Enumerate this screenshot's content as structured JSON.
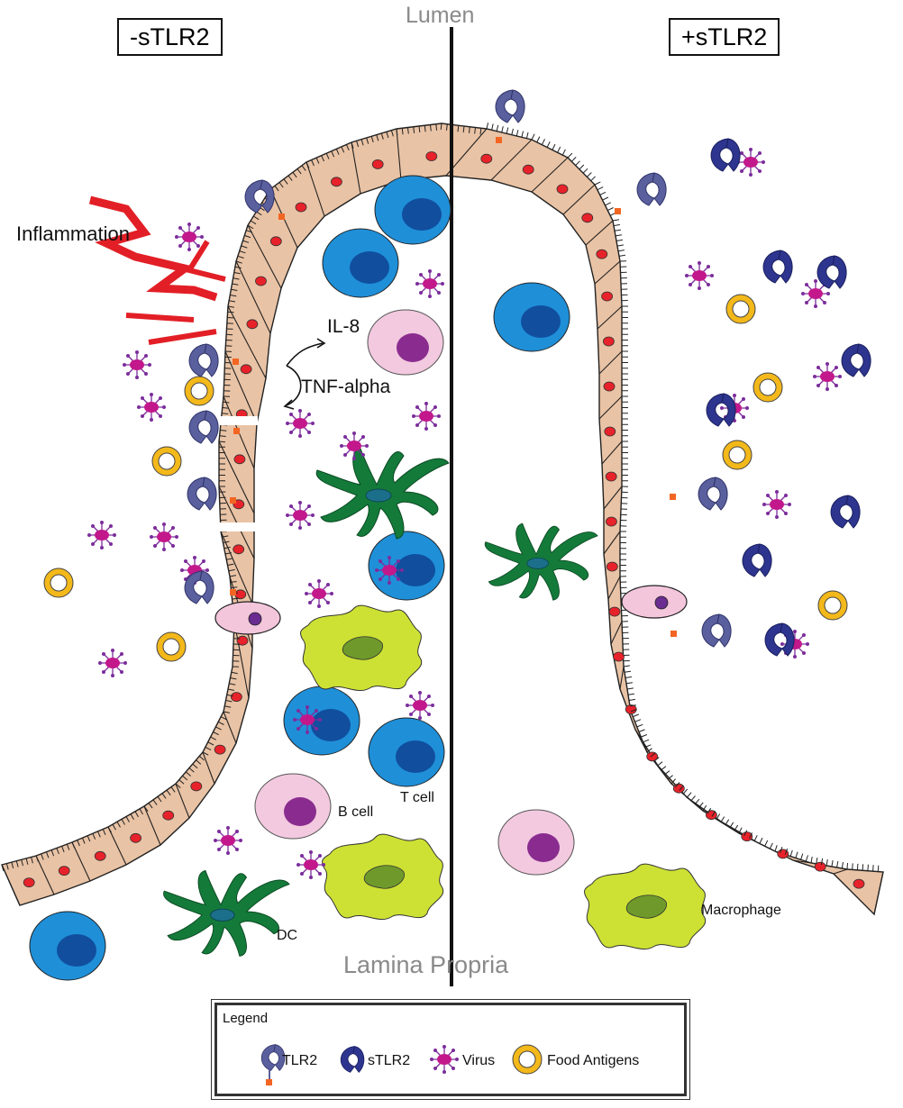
{
  "titles": {
    "left": "-sTLR2",
    "right": "+sTLR2"
  },
  "regions": {
    "top": "Lumen",
    "bottom": "Lamina Propria"
  },
  "annotations": {
    "inflammation": "Inflammation",
    "il8": "IL-8",
    "tnf": "TNF-alpha",
    "b_cell": "B cell",
    "t_cell": "T cell",
    "dc": "DC",
    "macrophage": "Macrophage"
  },
  "legend": {
    "title": "Legend",
    "items": [
      {
        "icon": "tlr2-receptor-icon",
        "label": "TLR2"
      },
      {
        "icon": "stlr2-icon",
        "label": "sTLR2"
      },
      {
        "icon": "virus-icon",
        "label": "Virus"
      },
      {
        "icon": "food-antigen-icon",
        "label": "Food Antigens"
      }
    ]
  },
  "colors": {
    "epithelium": "#e9c3a5",
    "nucleus": "#e8222a",
    "goblet": "#f3c6dc",
    "t_cell": "#1f8fd8",
    "t_cell_nucleus": "#114e9e",
    "b_cell": "#f2c9df",
    "b_cell_nucleus": "#8a2c8f",
    "dc": "#147a3a",
    "macrophage": "#cde134",
    "macrophage_nucleus": "#6f9a2b",
    "tlr2": "#5a5f9e",
    "stlr2": "#2d358f",
    "virus": "#c2188b",
    "food_antigen": "#f3b81a",
    "inflammation": "#e21f26"
  }
}
